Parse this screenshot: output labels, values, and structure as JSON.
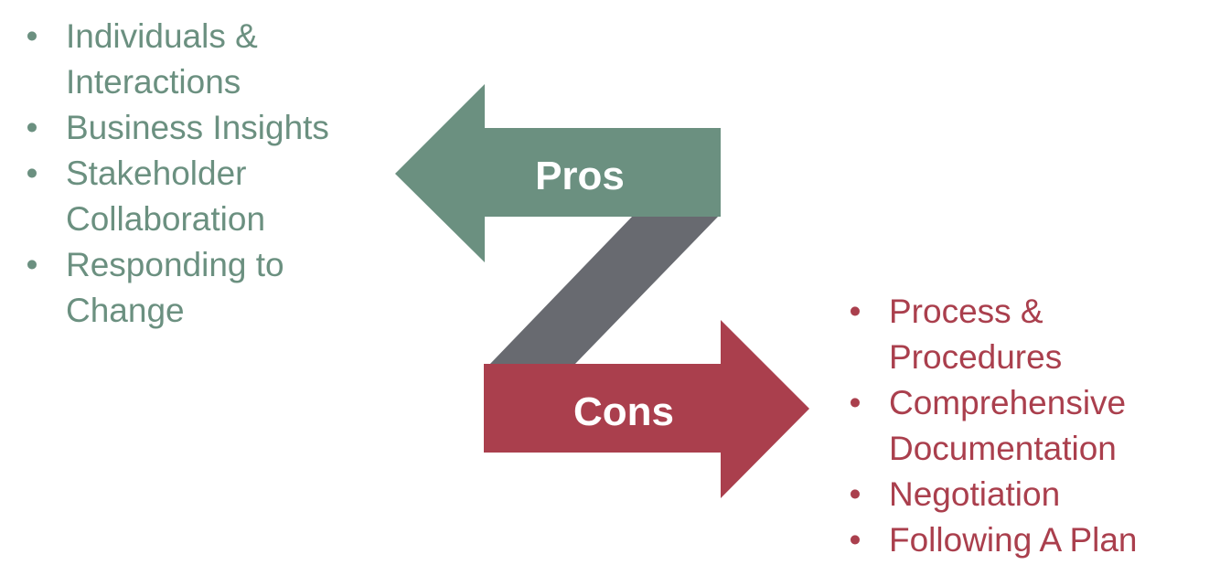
{
  "pros": {
    "label": "Pros",
    "color": "#6b9080",
    "items": [
      "Individuals & Interactions",
      "Business Insights",
      "Stakeholder Collaboration",
      "Responding to Change"
    ]
  },
  "cons": {
    "label": "Cons",
    "color": "#aa3f4d",
    "items": [
      "Process & Procedures",
      "Comprehensive Documentation",
      "Negotiation",
      "Following A Plan"
    ]
  },
  "connector": {
    "color": "#686a70"
  },
  "bullet": "•"
}
